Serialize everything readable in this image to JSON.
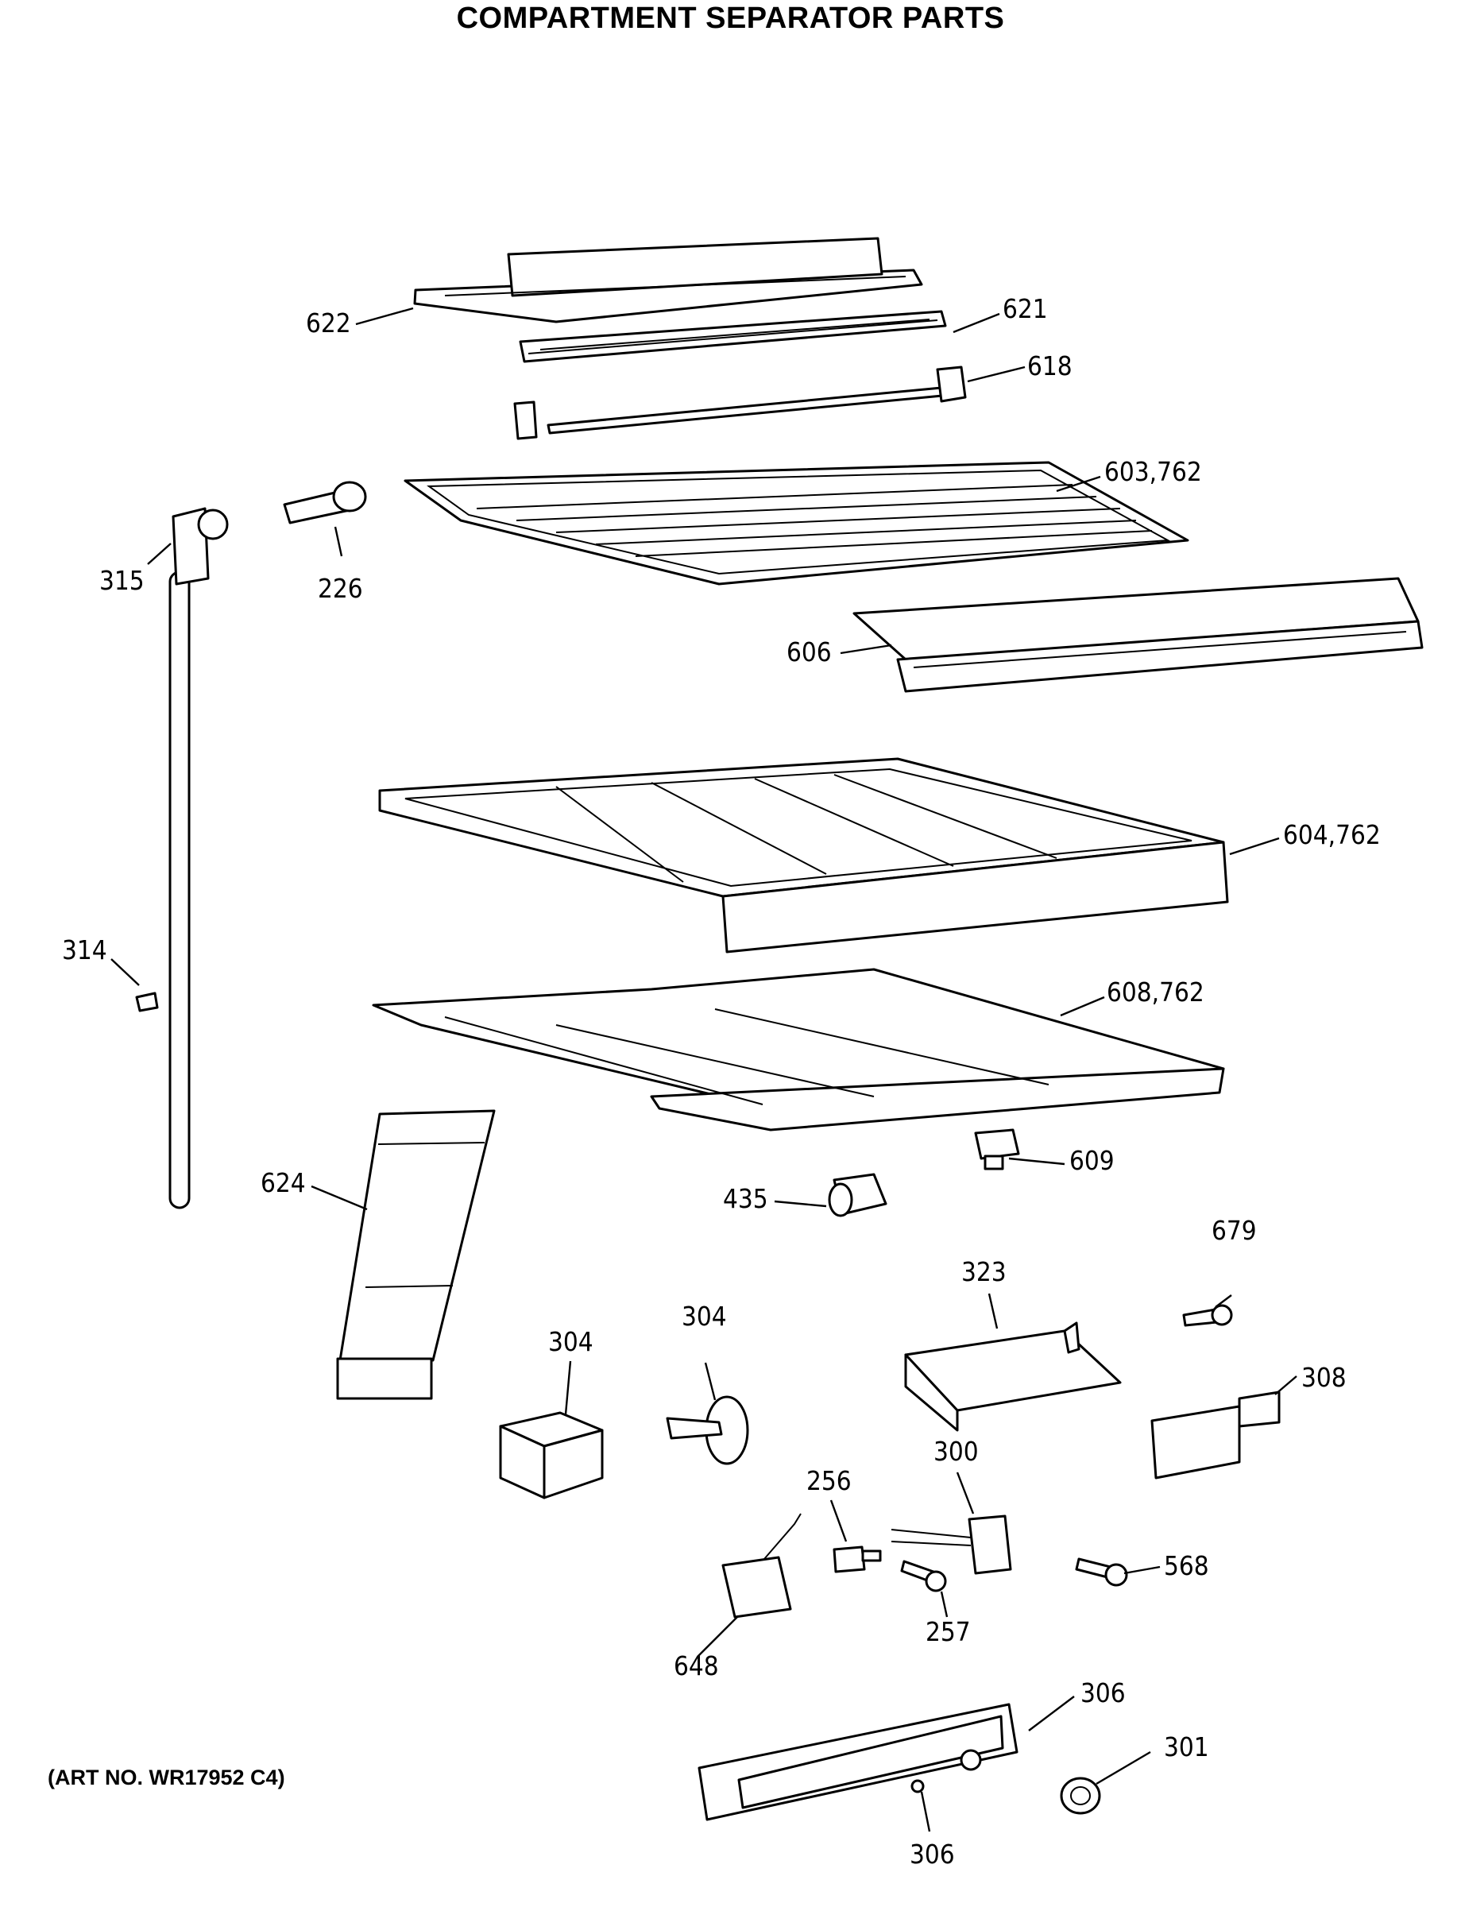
{
  "title": "COMPARTMENT SEPARATOR PARTS",
  "art_number": "(ART NO. WR17952 C4)",
  "callouts": {
    "622": "622",
    "621": "621",
    "618": "618",
    "603_762": "603,762",
    "315": "315",
    "226": "226",
    "606": "606",
    "604_762": "604,762",
    "314": "314",
    "608_762": "608,762",
    "624": "624",
    "609": "609",
    "435": "435",
    "679": "679",
    "323": "323",
    "304_a": "304",
    "304_b": "304",
    "308": "308",
    "300": "300",
    "256": "256",
    "568": "568",
    "257": "257",
    "648": "648",
    "306_a": "306",
    "301": "301",
    "306_b": "306"
  }
}
